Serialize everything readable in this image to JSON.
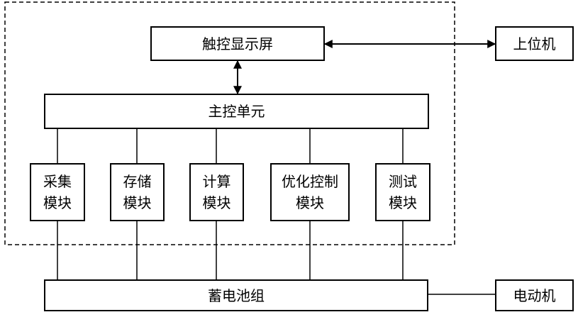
{
  "diagram": {
    "touch_screen": "触控显示屏",
    "host_computer": "上位机",
    "main_control_unit": "主控单元",
    "modules": [
      {
        "line1": "采集",
        "line2": "模块"
      },
      {
        "line1": "存储",
        "line2": "模块"
      },
      {
        "line1": "计算",
        "line2": "模块"
      },
      {
        "line1": "优化控制",
        "line2": "模块"
      },
      {
        "line1": "测试",
        "line2": "模块"
      }
    ],
    "battery_pack": "蓄电池组",
    "motor": "电动机"
  }
}
